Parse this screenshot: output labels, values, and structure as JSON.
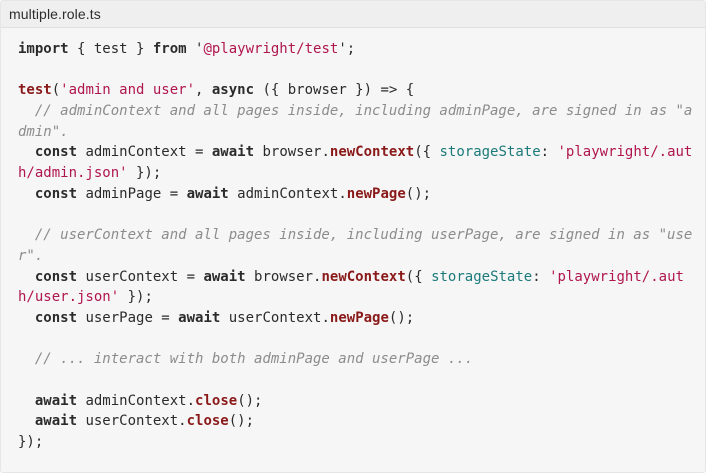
{
  "header": {
    "filename": "multiple.role.ts"
  },
  "code": {
    "lines": [
      [
        [
          "kw",
          "import"
        ],
        [
          "p",
          " { test } "
        ],
        [
          "kw",
          "from"
        ],
        [
          "p",
          " '"
        ],
        [
          "str",
          "@playwright/test"
        ],
        [
          "p",
          "';"
        ]
      ],
      [],
      [
        [
          "fn",
          "test"
        ],
        [
          "p",
          "("
        ],
        [
          "str",
          "'admin and user'"
        ],
        [
          "p",
          ", "
        ],
        [
          "kw",
          "async"
        ],
        [
          "p",
          " ({ browser }) => {"
        ]
      ],
      [
        [
          "cm",
          "  // adminContext and all pages inside, including adminPage, are signed in as \"a"
        ]
      ],
      [
        [
          "cm",
          "dmin\"."
        ]
      ],
      [
        [
          "p",
          "  "
        ],
        [
          "kw",
          "const"
        ],
        [
          "p",
          " adminContext = "
        ],
        [
          "kw",
          "await"
        ],
        [
          "p",
          " browser."
        ],
        [
          "fn",
          "newContext"
        ],
        [
          "p",
          "({ "
        ],
        [
          "prop",
          "storageState"
        ],
        [
          "p",
          ": "
        ],
        [
          "str",
          "'playwright/.aut"
        ]
      ],
      [
        [
          "str",
          "h/admin.json'"
        ],
        [
          "p",
          " });"
        ]
      ],
      [
        [
          "p",
          "  "
        ],
        [
          "kw",
          "const"
        ],
        [
          "p",
          " adminPage = "
        ],
        [
          "kw",
          "await"
        ],
        [
          "p",
          " adminContext."
        ],
        [
          "fn",
          "newPage"
        ],
        [
          "p",
          "();"
        ]
      ],
      [],
      [
        [
          "cm",
          "  // userContext and all pages inside, including userPage, are signed in as \"use"
        ]
      ],
      [
        [
          "cm",
          "r\"."
        ]
      ],
      [
        [
          "p",
          "  "
        ],
        [
          "kw",
          "const"
        ],
        [
          "p",
          " userContext = "
        ],
        [
          "kw",
          "await"
        ],
        [
          "p",
          " browser."
        ],
        [
          "fn",
          "newContext"
        ],
        [
          "p",
          "({ "
        ],
        [
          "prop",
          "storageState"
        ],
        [
          "p",
          ": "
        ],
        [
          "str",
          "'playwright/.aut"
        ]
      ],
      [
        [
          "str",
          "h/user.json'"
        ],
        [
          "p",
          " });"
        ]
      ],
      [
        [
          "p",
          "  "
        ],
        [
          "kw",
          "const"
        ],
        [
          "p",
          " userPage = "
        ],
        [
          "kw",
          "await"
        ],
        [
          "p",
          " userContext."
        ],
        [
          "fn",
          "newPage"
        ],
        [
          "p",
          "();"
        ]
      ],
      [],
      [
        [
          "cm",
          "  // ... interact with both adminPage and userPage ..."
        ]
      ],
      [],
      [
        [
          "p",
          "  "
        ],
        [
          "kw",
          "await"
        ],
        [
          "p",
          " adminContext."
        ],
        [
          "fn",
          "close"
        ],
        [
          "p",
          "();"
        ]
      ],
      [
        [
          "p",
          "  "
        ],
        [
          "kw",
          "await"
        ],
        [
          "p",
          " userContext."
        ],
        [
          "fn",
          "close"
        ],
        [
          "p",
          "();"
        ]
      ],
      [
        [
          "p",
          "});"
        ]
      ]
    ]
  }
}
